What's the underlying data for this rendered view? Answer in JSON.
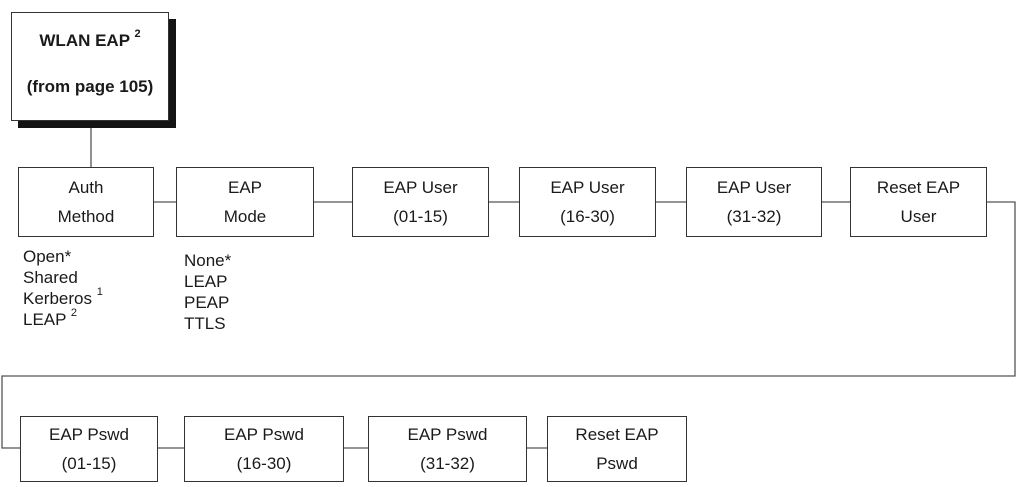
{
  "title_node": {
    "name": "WLAN EAP",
    "name_sup": "2",
    "ref": "(from page 105)"
  },
  "row1": [
    {
      "line1": "Auth",
      "line2": "Method"
    },
    {
      "line1": "EAP",
      "line2": "Mode"
    },
    {
      "line1": "EAP User",
      "line2": "(01-15)"
    },
    {
      "line1": "EAP User",
      "line2": "(16-30)"
    },
    {
      "line1": "EAP User",
      "line2": "(31-32)"
    },
    {
      "line1": "Reset EAP",
      "line2": "User"
    }
  ],
  "row2": [
    {
      "line1": "EAP Pswd",
      "line2": "(01-15)"
    },
    {
      "line1": "EAP Pswd",
      "line2": "(16-30)"
    },
    {
      "line1": "EAP Pswd",
      "line2": "(31-32)"
    },
    {
      "line1": "Reset EAP",
      "line2": "Pswd"
    }
  ],
  "auth_options": [
    {
      "text": "Open*",
      "sup": ""
    },
    {
      "text": "Shared",
      "sup": ""
    },
    {
      "text": "Kerberos",
      "sup": "1"
    },
    {
      "text": "LEAP",
      "sup": "2"
    }
  ],
  "mode_options": [
    {
      "text": "None*"
    },
    {
      "text": "LEAP"
    },
    {
      "text": "PEAP"
    },
    {
      "text": "TTLS"
    }
  ]
}
